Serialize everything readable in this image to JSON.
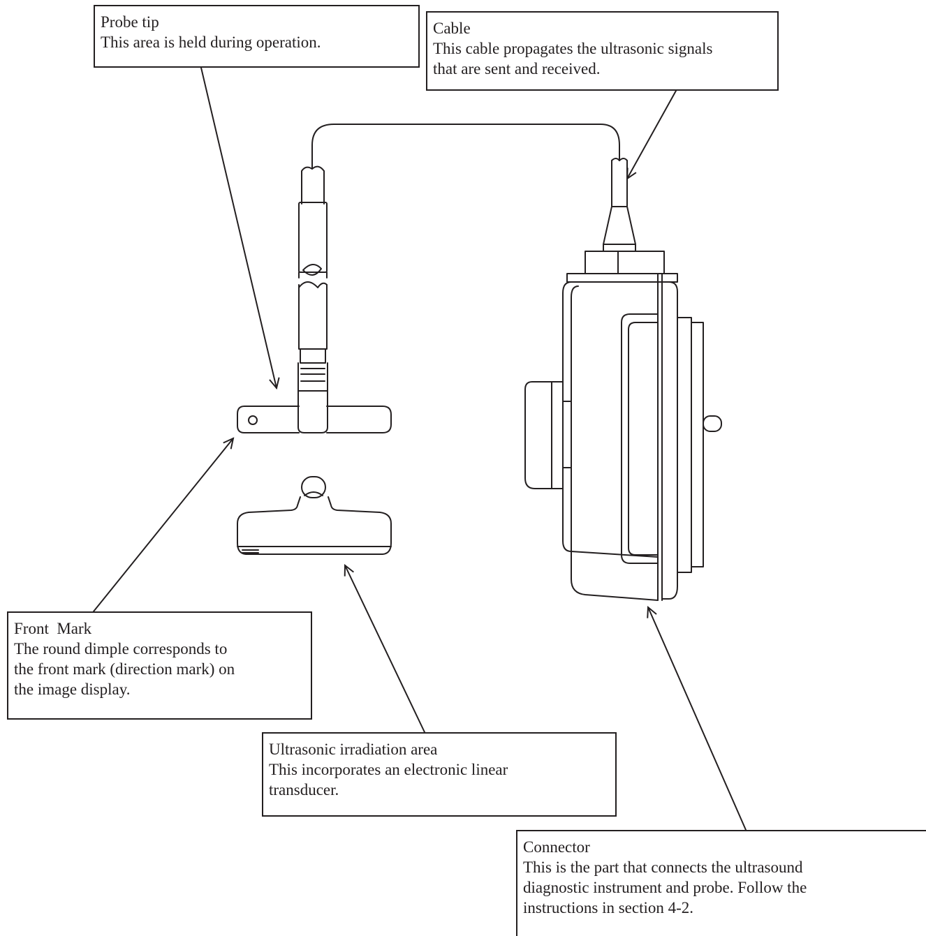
{
  "callouts": {
    "probe_tip": {
      "title": "Probe tip",
      "description": "This area is held during operation."
    },
    "cable": {
      "title": "Cable",
      "description": "This cable propagates the ultrasonic signals\nthat are sent and received."
    },
    "front_mark": {
      "title": "Front  Mark",
      "description": "The round dimple corresponds to\nthe front mark (direction mark) on\nthe image display."
    },
    "ultrasonic_area": {
      "title": "Ultrasonic irradiation area",
      "description": "This incorporates an electronic linear\ntransducer."
    },
    "connector": {
      "title": "Connector",
      "description": "This is the part that connects the ultrasound\ndiagnostic instrument and probe. Follow the\ninstructions in section 4-2."
    }
  },
  "colors": {
    "line": "#231f20",
    "background": "#ffffff"
  }
}
